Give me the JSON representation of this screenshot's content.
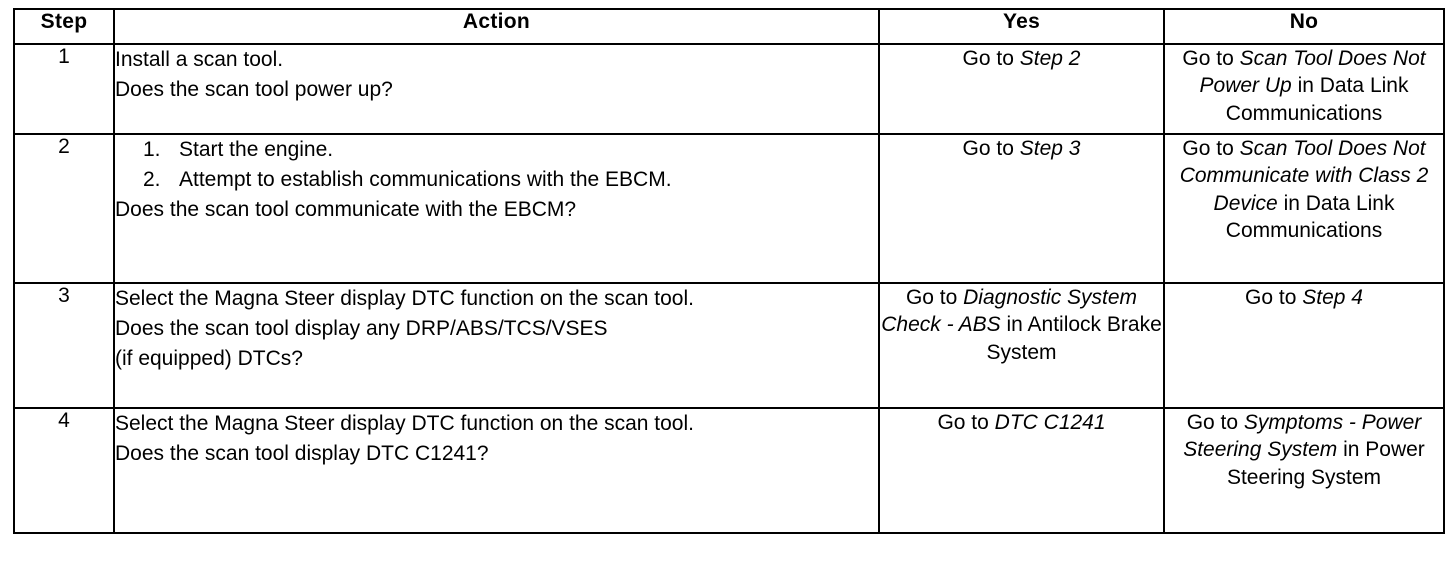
{
  "table": {
    "headers": {
      "step": "Step",
      "action": "Action",
      "yes": "Yes",
      "no": "No"
    },
    "rows": [
      {
        "step": "1",
        "action": {
          "lines": [
            "Install a scan tool.",
            "Does the scan tool power up?"
          ]
        },
        "yes": {
          "segments": [
            {
              "text": "Go to ",
              "italic": false
            },
            {
              "text": "Step 2",
              "italic": true
            }
          ],
          "plain": "Go to Step 2"
        },
        "no": {
          "segments": [
            {
              "text": "Go to ",
              "italic": false
            },
            {
              "text": "Scan Tool Does Not Power Up",
              "italic": true
            },
            {
              "text": " in Data Link Communications",
              "italic": false
            }
          ],
          "plain": "Go to Scan Tool Does Not Power Up in Data Link Communications"
        }
      },
      {
        "step": "2",
        "action": {
          "numbered": [
            {
              "num": "1.",
              "text": "Start the engine."
            },
            {
              "num": "2.",
              "text": "Attempt to establish communications with the EBCM."
            }
          ],
          "lines": [
            "Does the scan tool communicate with the EBCM?"
          ]
        },
        "yes": {
          "segments": [
            {
              "text": "Go to ",
              "italic": false
            },
            {
              "text": "Step 3",
              "italic": true
            }
          ],
          "plain": "Go to Step 3"
        },
        "no": {
          "segments": [
            {
              "text": "Go to ",
              "italic": false
            },
            {
              "text": "Scan Tool Does Not Communicate with Class 2 Device",
              "italic": true
            },
            {
              "text": " in Data Link Communications",
              "italic": false
            }
          ],
          "plain": "Go to Scan Tool Does Not Communicate with Class 2 Device in Data Link Communications"
        }
      },
      {
        "step": "3",
        "action": {
          "lines": [
            "Select the Magna Steer display DTC function on the scan tool.",
            "Does the scan tool display any DRP/ABS/TCS/VSES",
            "(if equipped) DTCs?"
          ]
        },
        "yes": {
          "segments": [
            {
              "text": "Go to ",
              "italic": false
            },
            {
              "text": "Diagnostic System Check - ABS",
              "italic": true
            },
            {
              "text": " in Antilock Brake System",
              "italic": false
            }
          ],
          "plain": "Go to Diagnostic System Check - ABS in Antilock Brake System"
        },
        "no": {
          "segments": [
            {
              "text": "Go to ",
              "italic": false
            },
            {
              "text": "Step 4",
              "italic": true
            }
          ],
          "plain": "Go to Step 4"
        }
      },
      {
        "step": "4",
        "action": {
          "lines": [
            "Select the Magna Steer display DTC function on the scan tool.",
            "Does the scan tool display DTC C1241?"
          ]
        },
        "yes": {
          "segments": [
            {
              "text": "Go to ",
              "italic": false
            },
            {
              "text": "DTC C1241",
              "italic": true
            }
          ],
          "plain": "Go to DTC C1241"
        },
        "no": {
          "segments": [
            {
              "text": "Go to ",
              "italic": false
            },
            {
              "text": "Symptoms - Power Steering System",
              "italic": true
            },
            {
              "text": " in Power Steering System",
              "italic": false
            }
          ],
          "plain": "Go to Symptoms - Power Steering System in Power Steering System"
        }
      }
    ]
  },
  "colors": {
    "ink": "#000000",
    "paper": "#ffffff"
  }
}
